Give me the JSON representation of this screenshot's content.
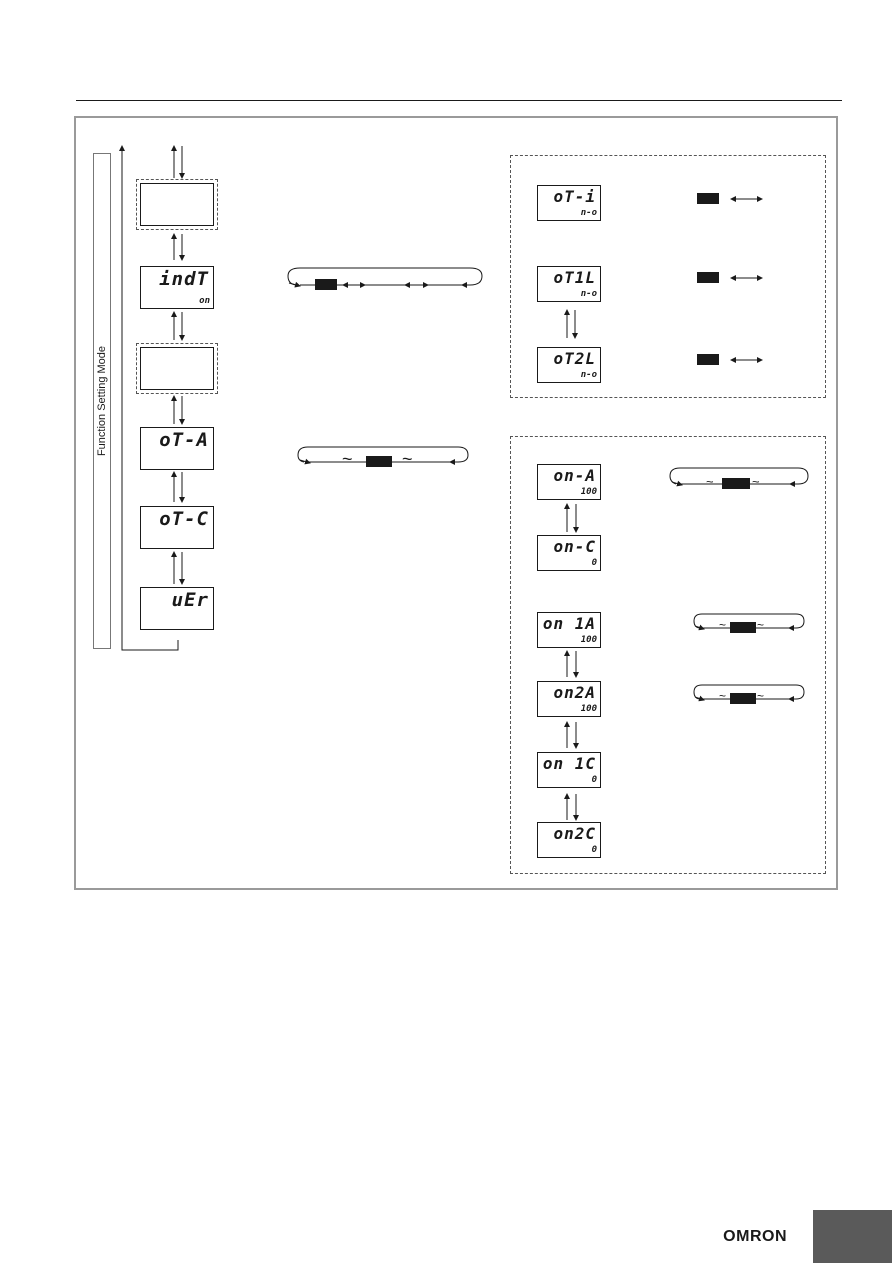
{
  "vertical_label": "Function Setting Mode",
  "left_column": [
    {
      "top": "",
      "bottom": "",
      "dashed": true
    },
    {
      "top": "indT",
      "bottom": "on",
      "dashed": false
    },
    {
      "top": "",
      "bottom": "",
      "dashed": true
    },
    {
      "top": "oT-A",
      "bottom": "",
      "dashed": false
    },
    {
      "top": "oT-C",
      "bottom": "",
      "dashed": false
    },
    {
      "top": "uEr",
      "bottom": "",
      "dashed": false
    }
  ],
  "upper_group": [
    {
      "top": "oT-i",
      "bottom": "n-o"
    },
    {
      "top": "oT1L",
      "bottom": "n-o"
    },
    {
      "top": "oT2L",
      "bottom": "n-o"
    }
  ],
  "lower_group": [
    {
      "top": "on-A",
      "bottom": "100"
    },
    {
      "top": "on-C",
      "bottom": "0"
    },
    {
      "top": "on 1A",
      "bottom": "100"
    },
    {
      "top": "on2A",
      "bottom": "100"
    },
    {
      "top": "on 1C",
      "bottom": "0"
    },
    {
      "top": "on2C",
      "bottom": "0"
    }
  ],
  "tilde": "~",
  "brand": "OMRON",
  "colors": {
    "line": "#1a1a1a",
    "frame": "#9a9a9a",
    "tab": "#5a5a5a"
  }
}
